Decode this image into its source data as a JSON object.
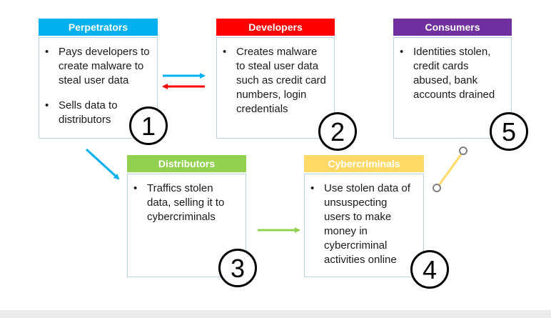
{
  "nodes": [
    {
      "id": "perpetrators",
      "title": "Perpetrators",
      "color": "#00b0f0",
      "bullets": [
        "Pays developers to create malware to steal user data",
        "Sells data to distributors"
      ],
      "number": "1"
    },
    {
      "id": "developers",
      "title": "Developers",
      "color": "#ff0000",
      "bullets": [
        "Creates malware to steal user data such as credit card numbers, login credentials"
      ],
      "number": "2"
    },
    {
      "id": "consumers",
      "title": "Consumers",
      "color": "#7030a0",
      "bullets": [
        "Identities stolen, credit cards abused, bank accounts drained"
      ],
      "number": "5"
    },
    {
      "id": "distributors",
      "title": "Distributors",
      "color": "#92d050",
      "bullets": [
        "Traffics stolen data, selling it to cybercriminals"
      ],
      "number": "3"
    },
    {
      "id": "cybercriminals",
      "title": "Cybercriminals",
      "color": "#ffd966",
      "bullets": [
        "Use stolen data of unsuspecting users to make money in cybercriminal activities online"
      ],
      "number": "4"
    }
  ],
  "arrow_colors": {
    "perpetrators_to_developers": "#00b0f0",
    "developers_to_perpetrators": "#ff0000",
    "perpetrators_to_distributors": "#00b0f0",
    "distributors_to_cybercriminals": "#92d050",
    "cybercriminals_to_consumers": "#ffd966",
    "connector_end": "#7f7f7f"
  }
}
